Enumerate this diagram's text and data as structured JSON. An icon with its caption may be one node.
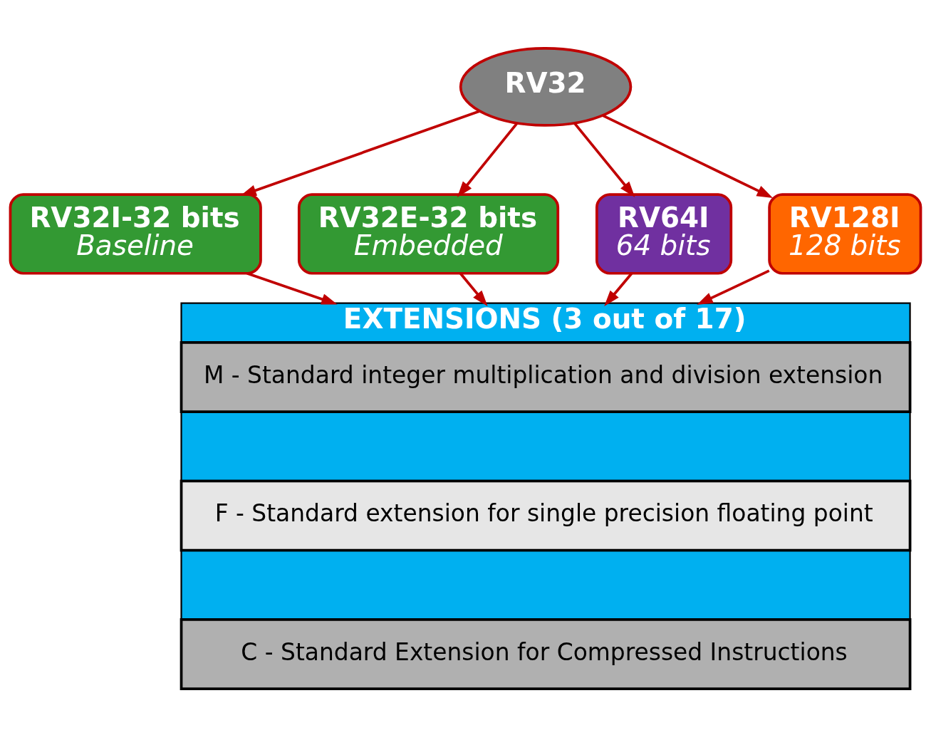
{
  "diagram": {
    "nodes": [
      {
        "text": [
          "RV32"
        ]
      },
      {
        "text": [
          "RV32I-32 bits",
          "Baseline"
        ]
      },
      {
        "text": [
          "RV32E-32 bits",
          "Embedded"
        ]
      },
      {
        "text": [
          "RV64I",
          "64 bits"
        ]
      },
      {
        "text": [
          "RV128I",
          "128 bits"
        ]
      },
      {
        "text": [
          "EXTENSIONS (3 out of 17)"
        ]
      },
      {
        "text": [
          "M - Standard integer multiplication and division extension"
        ],
        "in": 5
      },
      {
        "text": [
          "F - Standard extension for single precision floating point"
        ],
        "in": 5
      },
      {
        "text": [
          "C - Standard Extension for Compressed Instructions"
        ],
        "in": 5
      }
    ],
    "edges": [
      {
        "from": 0,
        "to": 1,
        "arrow": "to"
      },
      {
        "from": 0,
        "to": 2,
        "arrow": "to"
      },
      {
        "from": 0,
        "to": 3,
        "arrow": "to"
      },
      {
        "from": 0,
        "to": 4,
        "arrow": "to"
      },
      {
        "from": 1,
        "to": 5,
        "arrow": "to"
      },
      {
        "from": 2,
        "to": 5,
        "arrow": "to"
      },
      {
        "from": 3,
        "to": 5,
        "arrow": "to"
      },
      {
        "from": 4,
        "to": 5,
        "arrow": "to"
      }
    ]
  }
}
